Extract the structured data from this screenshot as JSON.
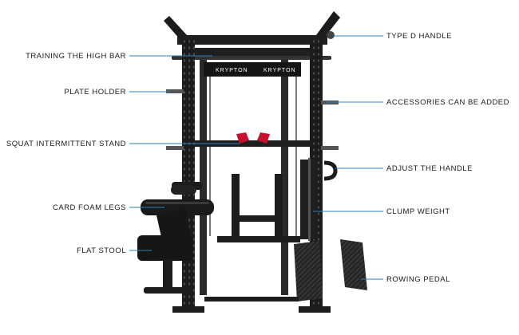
{
  "colors": {
    "leader": "#2b7fb8",
    "frame": "#1c1c1c",
    "accent": "#c8102e",
    "text": "#1a1a1a"
  },
  "brand_text": "KRYPTON",
  "labels_left": [
    {
      "id": "high-bar",
      "text": "TRAINING THE HIGH BAR"
    },
    {
      "id": "plate-holder",
      "text": "PLATE HOLDER"
    },
    {
      "id": "squat-stand",
      "text": "SQUAT INTERMITTENT STAND"
    },
    {
      "id": "foam-legs",
      "text": "CARD FOAM LEGS"
    },
    {
      "id": "flat-stool",
      "text": "FLAT STOOL"
    }
  ],
  "labels_right": [
    {
      "id": "d-handle",
      "text": "TYPE D HANDLE"
    },
    {
      "id": "accessories",
      "text": "ACCESSORIES CAN BE ADDED"
    },
    {
      "id": "adjust-handle",
      "text": "ADJUST THE HANDLE"
    },
    {
      "id": "clump-weight",
      "text": "CLUMP WEIGHT"
    },
    {
      "id": "rowing-pedal",
      "text": "ROWING PEDAL"
    }
  ]
}
